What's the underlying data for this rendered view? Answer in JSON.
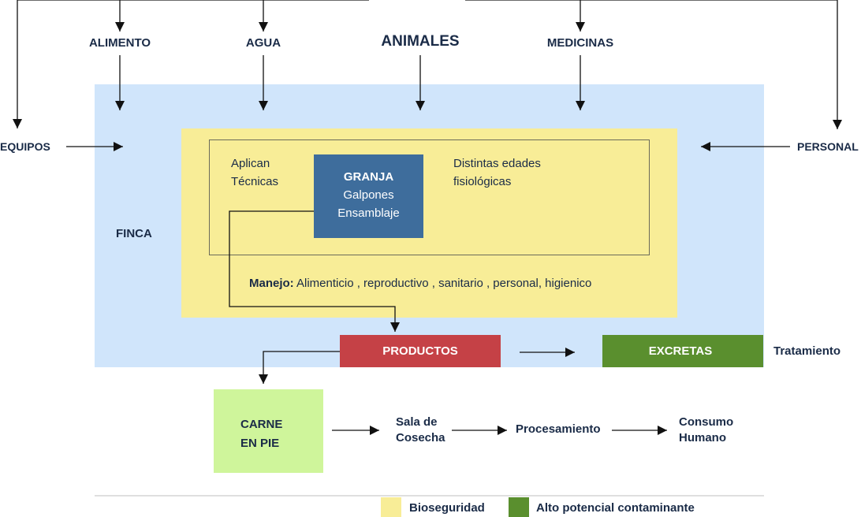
{
  "inputs": {
    "alimento": "ALIMENTO",
    "agua": "AGUA",
    "animales": "ANIMALES",
    "medicinas": "MEDICINAS",
    "equipos": "EQUIPOS",
    "personal": "PERSONAL"
  },
  "finca": {
    "label": "FINCA"
  },
  "inner": {
    "aplican_line1": "Aplican",
    "aplican_line2": "Técnicas",
    "edades_line1": "Distintas edades",
    "edades_line2": "fisiológicas"
  },
  "granja": {
    "title": "GRANJA",
    "line1": "Galpones",
    "line2": "Ensamblaje"
  },
  "manejo": {
    "label": "Manejo:",
    "text": " Alimenticio , reproductivo , sanitario , personal, higienico"
  },
  "productos": {
    "label": "PRODUCTOS"
  },
  "excretas": {
    "label": "EXCRETAS"
  },
  "tratamiento": {
    "label": "Tratamiento"
  },
  "carne": {
    "line1": "CARNE",
    "line2": "EN PIE"
  },
  "flow": {
    "sala_line1": "Sala de",
    "sala_line2": "Cosecha",
    "procesamiento": "Procesamiento",
    "consumo_line1": "Consumo",
    "consumo_line2": "Humano"
  },
  "legend": {
    "bioseguridad": "Bioseguridad",
    "contaminante": "Alto potencial contaminante"
  },
  "colors": {
    "finca_bg": "#d0e5fb",
    "yellow": "#f8ed97",
    "granja": "#3e6d9c",
    "productos": "#c54146",
    "excretas": "#5a8f2e",
    "carne": "#cff59b",
    "text": "#1a2b47"
  }
}
